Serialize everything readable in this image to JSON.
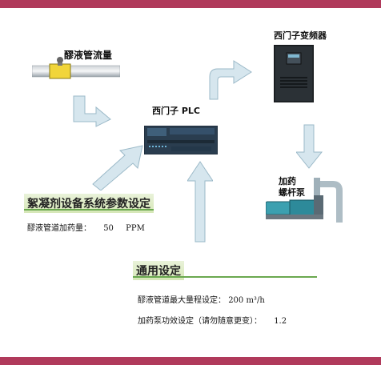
{
  "labels": {
    "flowmeter": "醪液管流量",
    "plc": "西门子 PLC",
    "vfd": "西门子变频器",
    "pump_line1": "加药",
    "pump_line2": "螺杆泵"
  },
  "section_flocculant": {
    "title": "絮凝剂设备系统参数设定",
    "dosing_label": "醪液管道加药量：",
    "dosing_value": "50",
    "dosing_unit": "PPM"
  },
  "section_general": {
    "title": "通用设定",
    "max_range_label": "醪液管道最大量程设定：",
    "max_range_value": "200 m³/h",
    "pump_eff_label": "加药泵功效设定（请勿随意更变）：",
    "pump_eff_value": "1.2"
  },
  "colors": {
    "bar": "#b03a5b",
    "arrow_fill": "#d6e6ee",
    "arrow_stroke": "#9bb9c8",
    "green_line": "#6aa84f"
  }
}
